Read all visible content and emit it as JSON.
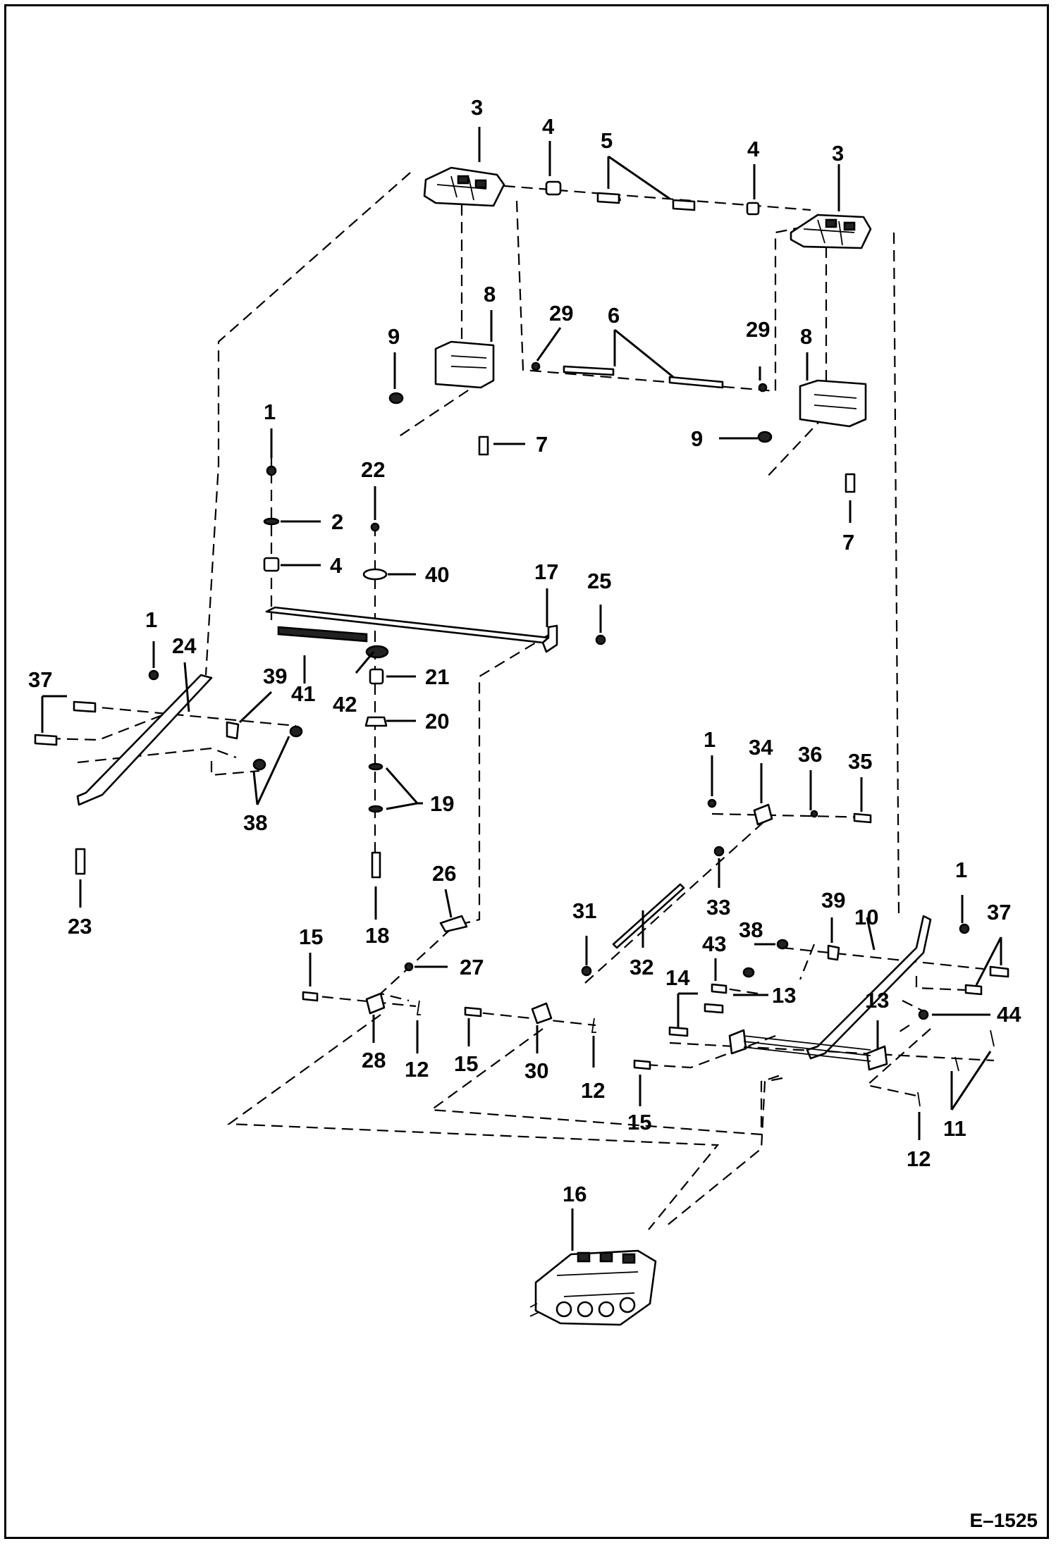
{
  "figure_code": "E–1525",
  "callouts": [
    {
      "id": "c3a",
      "text": "3"
    },
    {
      "id": "c4a",
      "text": "4"
    },
    {
      "id": "c5",
      "text": "5"
    },
    {
      "id": "c4b",
      "text": "4"
    },
    {
      "id": "c3b",
      "text": "3"
    },
    {
      "id": "c8a",
      "text": "8"
    },
    {
      "id": "c29a",
      "text": "29"
    },
    {
      "id": "c6",
      "text": "6"
    },
    {
      "id": "c29b",
      "text": "29"
    },
    {
      "id": "c8b",
      "text": "8"
    },
    {
      "id": "c9a",
      "text": "9"
    },
    {
      "id": "c7a",
      "text": "7"
    },
    {
      "id": "c9b",
      "text": "9"
    },
    {
      "id": "c7b",
      "text": "7"
    },
    {
      "id": "c1a",
      "text": "1"
    },
    {
      "id": "c2",
      "text": "2"
    },
    {
      "id": "c4c",
      "text": "4"
    },
    {
      "id": "c22",
      "text": "22"
    },
    {
      "id": "c40",
      "text": "40"
    },
    {
      "id": "c17",
      "text": "17"
    },
    {
      "id": "c25",
      "text": "25"
    },
    {
      "id": "c1b",
      "text": "1"
    },
    {
      "id": "c24",
      "text": "24"
    },
    {
      "id": "c37a",
      "text": "37"
    },
    {
      "id": "c39a",
      "text": "39"
    },
    {
      "id": "c41",
      "text": "41"
    },
    {
      "id": "c42",
      "text": "42"
    },
    {
      "id": "c21",
      "text": "21"
    },
    {
      "id": "c20",
      "text": "20"
    },
    {
      "id": "c19",
      "text": "19"
    },
    {
      "id": "c38a",
      "text": "38"
    },
    {
      "id": "c23",
      "text": "23"
    },
    {
      "id": "c18",
      "text": "18"
    },
    {
      "id": "c26",
      "text": "26"
    },
    {
      "id": "c27",
      "text": "27"
    },
    {
      "id": "c15a",
      "text": "15"
    },
    {
      "id": "c28",
      "text": "28"
    },
    {
      "id": "c12a",
      "text": "12"
    },
    {
      "id": "c1c",
      "text": "1"
    },
    {
      "id": "c34",
      "text": "34"
    },
    {
      "id": "c36",
      "text": "36"
    },
    {
      "id": "c35",
      "text": "35"
    },
    {
      "id": "c33",
      "text": "33"
    },
    {
      "id": "c31",
      "text": "31"
    },
    {
      "id": "c32",
      "text": "32"
    },
    {
      "id": "c15b",
      "text": "15"
    },
    {
      "id": "c30",
      "text": "30"
    },
    {
      "id": "c12b",
      "text": "12"
    },
    {
      "id": "c1d",
      "text": "1"
    },
    {
      "id": "c39b",
      "text": "39"
    },
    {
      "id": "c10",
      "text": "10"
    },
    {
      "id": "c37b",
      "text": "37"
    },
    {
      "id": "c38b",
      "text": "38"
    },
    {
      "id": "c43",
      "text": "43"
    },
    {
      "id": "c14",
      "text": "14"
    },
    {
      "id": "c13a",
      "text": "13"
    },
    {
      "id": "c13b",
      "text": "13"
    },
    {
      "id": "c44",
      "text": "44"
    },
    {
      "id": "c15c",
      "text": "15"
    },
    {
      "id": "c11",
      "text": "11"
    },
    {
      "id": "c12c",
      "text": "12"
    },
    {
      "id": "c16",
      "text": "16"
    }
  ]
}
